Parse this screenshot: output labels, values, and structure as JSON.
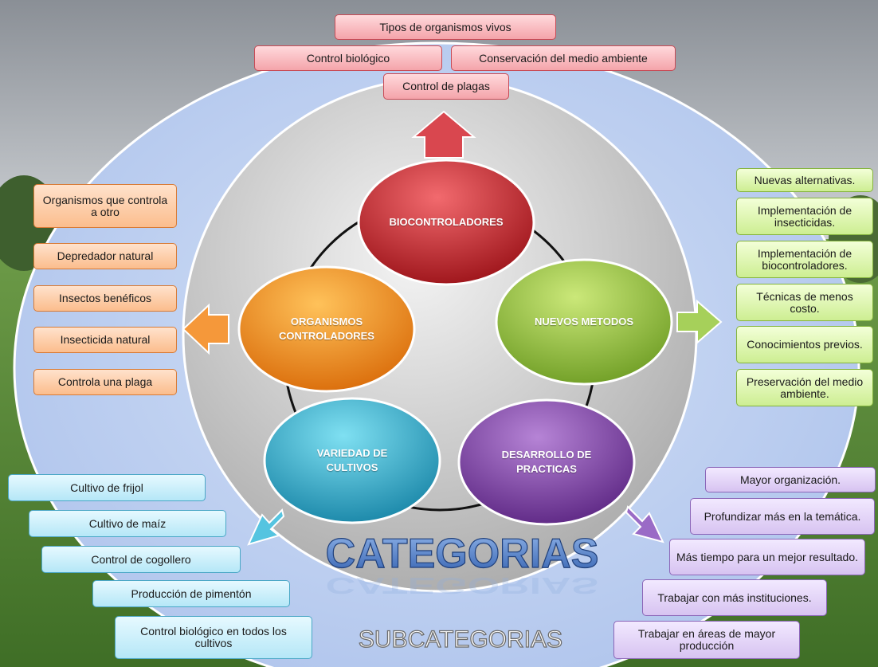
{
  "center": {
    "title": "CATEGORIAS",
    "outer_title": "SUBCATEGORIAS"
  },
  "nodes": {
    "biocontroladores": "BIOCONTROLADORES",
    "organismos": "ORGANISMOS\nCONTROLADORES",
    "nuevos": "NUEVOS METODOS",
    "variedad": "VARIEDAD DE\nCULTIVOS",
    "desarrollo": "DESARROLLO DE\nPRACTICAS"
  },
  "biocontroladores_items": [
    "Tipos de organismos vivos",
    "Control biológico",
    "Conservación del medio ambiente",
    "Control de plagas"
  ],
  "organismos_items": [
    "Organismos que controla a otro",
    "Depredador natural",
    "Insectos benéficos",
    "Insecticida natural",
    "Controla una plaga"
  ],
  "nuevos_items": [
    "Nuevas alternativas.",
    "Implementación de insecticidas.",
    "Implementación de biocontroladores.",
    "Técnicas de menos costo.",
    "Conocimientos previos.",
    "Preservación del medio ambiente."
  ],
  "variedad_items": [
    "Cultivo de frijol",
    "Cultivo de maíz",
    "Control de cogollero",
    "Producción de pimentón",
    "Control biológico en todos los cultivos"
  ],
  "desarrollo_items": [
    "Mayor organización.",
    "Profundizar más en la temática.",
    "Más tiempo para un mejor resultado.",
    "Trabajar con más instituciones.",
    "Trabajar en áreas de mayor producción"
  ],
  "colors": {
    "sky": "#d9dde0",
    "field": "#5c8a3c",
    "outer_ring": "#c2d3f2",
    "inner_disc": "#cfcfcf",
    "biocontroladores": "#c0272d",
    "organismos": "#f08a1c",
    "nuevos": "#8fbf3a",
    "variedad": "#2aa6c4",
    "desarrollo": "#7a3f9e",
    "title_blue": "#4f7fc9"
  }
}
